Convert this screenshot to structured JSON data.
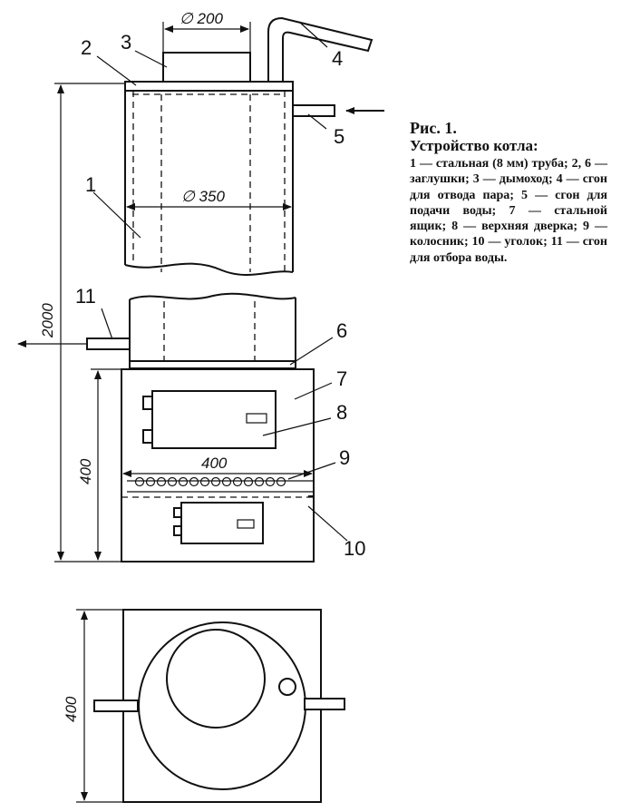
{
  "figure": {
    "fig_label": "Рис. 1.",
    "title": "Устройство котла:",
    "legend": "1 — стальная (8 мм) труба; 2, 6 — заглушки; 3 — дымоход; 4 — сгон для отвода пара; 5 — сгон для подачи воды; 7 — стальной ящик; 8 — верхняя дверка; 9 — колосник; 10 — уголок; 11 — сгон для отбора воды."
  },
  "callouts": {
    "n1": "1",
    "n2": "2",
    "n3": "3",
    "n4": "4",
    "n5": "5",
    "n6": "6",
    "n7": "7",
    "n8": "8",
    "n9": "9",
    "n10": "10",
    "n11": "11"
  },
  "dimensions": {
    "chimney_diameter": "∅ 200",
    "pipe_diameter": "∅ 350",
    "total_height": "2000",
    "box_height": "400",
    "box_width": "400",
    "plan_size": "400"
  }
}
